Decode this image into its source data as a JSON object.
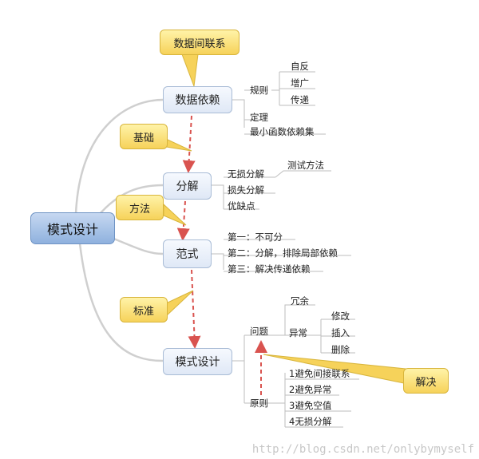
{
  "root": {
    "label": "模式设计"
  },
  "branches": {
    "dependency": {
      "label": "数据依赖",
      "rule": "规则",
      "rules": [
        "自反",
        "增广",
        "传递"
      ],
      "theorem": "定理",
      "min_set": "最小函数依赖集"
    },
    "decompose": {
      "label": "分解",
      "items": [
        "无损分解",
        "损失分解",
        "优缺点"
      ],
      "test": "测试方法"
    },
    "normal_form": {
      "label": "范式",
      "items": [
        "第一：不可分",
        "第二：分解，排除局部依赖",
        "第三：解决传递依赖"
      ]
    },
    "design": {
      "label": "模式设计",
      "problem": "问题",
      "redundancy": "冗余",
      "anomaly": "异常",
      "anomalies": [
        "修改",
        "插入",
        "删除"
      ],
      "principle": "原则",
      "principles": [
        "1避免间接联系",
        "2避免异常",
        "3避免空值",
        "4无损分解"
      ]
    }
  },
  "callouts": {
    "relations": "数据间联系",
    "basis": "基础",
    "method": "方法",
    "standard": "标准",
    "solve": "解决"
  },
  "watermark": "http://blog.csdn.net/onlybymyself",
  "colors": {
    "arrow": "#d9534f",
    "callout": "#f6d25a",
    "root": "#8fb1de",
    "node": "#dfe8f6",
    "line": "#c8c8c8"
  }
}
